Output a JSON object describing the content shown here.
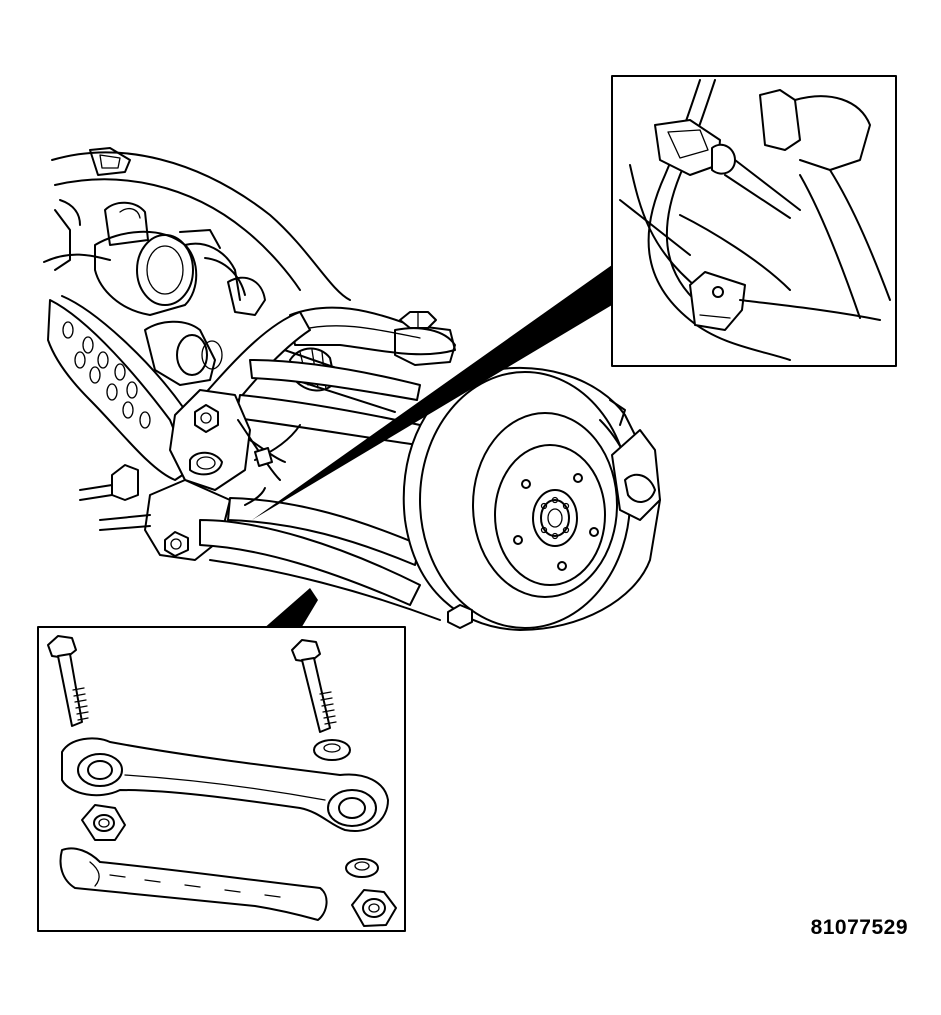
{
  "figure": {
    "number": "81077529",
    "colors": {
      "line": "#000000",
      "background": "#ffffff"
    }
  },
  "views": {
    "main": {
      "subject": "rear-suspension-assembly"
    },
    "detail_top_right": {
      "subject": "wiring-clip-detail"
    },
    "detail_bottom_left": {
      "subject": "lateral-link-exploded-view"
    }
  }
}
